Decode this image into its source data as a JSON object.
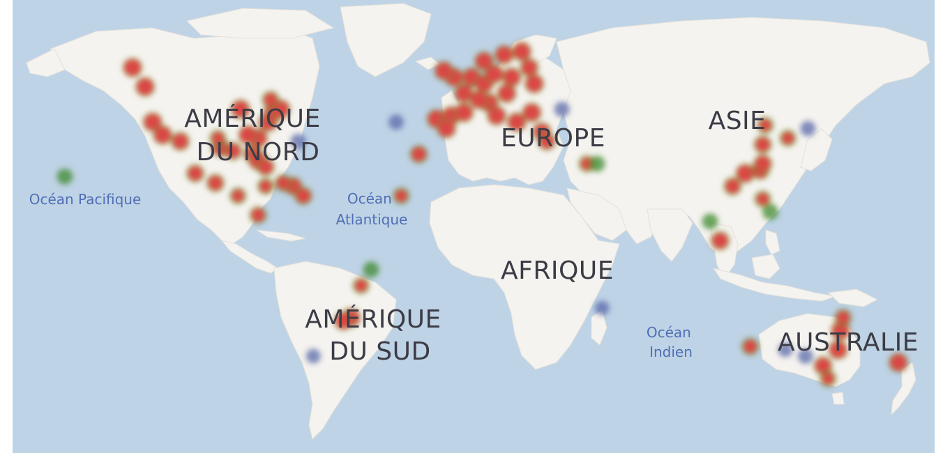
{
  "map": {
    "continents": {
      "north_america": [
        "AMÉRIQUE",
        "DU NORD"
      ],
      "south_america": [
        "AMÉRIQUE",
        "DU SUD"
      ],
      "europe": [
        "EUROPE"
      ],
      "asia": [
        "ASIE"
      ],
      "africa": [
        "AFRIQUE"
      ],
      "australia": [
        "AUSTRALIE"
      ]
    },
    "oceans": {
      "pacific": [
        "Océan Pacifique"
      ],
      "atlantic": [
        "Océan",
        "Atlantique"
      ],
      "indian": [
        "Océan",
        "Indien"
      ]
    },
    "colors": {
      "water": "#bfd3e6",
      "land": "#f5f3ef",
      "heat_high": "#e04343",
      "heat_mid": "#3f8a2f",
      "heat_low": "#5a6aa8"
    },
    "heat_points": [
      {
        "lon": -130,
        "lat": 55,
        "w": 1.0
      },
      {
        "lon": -125,
        "lat": 49,
        "w": 1.0
      },
      {
        "lon": -122,
        "lat": 38,
        "w": 1.0
      },
      {
        "lon": -118,
        "lat": 34,
        "w": 1.0
      },
      {
        "lon": -111,
        "lat": 32,
        "w": 0.9
      },
      {
        "lon": -105,
        "lat": 22,
        "w": 0.8
      },
      {
        "lon": -97,
        "lat": 19,
        "w": 0.8
      },
      {
        "lon": -88,
        "lat": 15,
        "w": 0.6
      },
      {
        "lon": -80,
        "lat": 9,
        "w": 0.7
      },
      {
        "lon": -157,
        "lat": 21,
        "w": 0.5
      },
      {
        "lon": -95,
        "lat": 30,
        "w": 0.9
      },
      {
        "lon": -90,
        "lat": 29,
        "w": 0.8
      },
      {
        "lon": -82,
        "lat": 28,
        "w": 0.9
      },
      {
        "lon": -80,
        "lat": 26,
        "w": 1.0
      },
      {
        "lon": -77,
        "lat": 24,
        "w": 0.8
      },
      {
        "lon": -80,
        "lat": 33,
        "w": 1.0
      },
      {
        "lon": -76,
        "lat": 38,
        "w": 1.0
      },
      {
        "lon": -74,
        "lat": 41,
        "w": 1.0
      },
      {
        "lon": -71,
        "lat": 42,
        "w": 1.0
      },
      {
        "lon": -87,
        "lat": 42,
        "w": 1.0
      },
      {
        "lon": -84,
        "lat": 34,
        "w": 1.0
      },
      {
        "lon": -96,
        "lat": 33,
        "w": 0.6
      },
      {
        "lon": -75,
        "lat": 45,
        "w": 0.7
      },
      {
        "lon": -66,
        "lat": 18,
        "w": 0.9
      },
      {
        "lon": -62,
        "lat": 15,
        "w": 0.8
      },
      {
        "lon": -70,
        "lat": 19,
        "w": 0.7
      },
      {
        "lon": -77,
        "lat": 18,
        "w": 0.6
      },
      {
        "lon": -64,
        "lat": 32,
        "w": 0.4
      },
      {
        "lon": -43,
        "lat": -23,
        "w": 1.0
      },
      {
        "lon": -46,
        "lat": -24,
        "w": 0.9
      },
      {
        "lon": -39,
        "lat": -13,
        "w": 0.6
      },
      {
        "lon": -35,
        "lat": -8,
        "w": 0.5
      },
      {
        "lon": -58,
        "lat": -35,
        "w": 0.3
      },
      {
        "lon": -25,
        "lat": 38,
        "w": 0.4
      },
      {
        "lon": -16,
        "lat": 28,
        "w": 0.8
      },
      {
        "lon": -23,
        "lat": 15,
        "w": 0.6
      },
      {
        "lon": -9,
        "lat": 39,
        "w": 1.0
      },
      {
        "lon": -3,
        "lat": 40,
        "w": 1.0
      },
      {
        "lon": 2,
        "lat": 41,
        "w": 1.0
      },
      {
        "lon": -5,
        "lat": 36,
        "w": 1.0
      },
      {
        "lon": 2,
        "lat": 47,
        "w": 1.0
      },
      {
        "lon": -2,
        "lat": 52,
        "w": 1.0
      },
      {
        "lon": -6,
        "lat": 54,
        "w": 1.0
      },
      {
        "lon": 5,
        "lat": 52,
        "w": 1.0
      },
      {
        "lon": 10,
        "lat": 50,
        "w": 1.0
      },
      {
        "lon": 12,
        "lat": 44,
        "w": 1.0
      },
      {
        "lon": 15,
        "lat": 40,
        "w": 1.0
      },
      {
        "lon": 19,
        "lat": 47,
        "w": 1.0
      },
      {
        "lon": 23,
        "lat": 38,
        "w": 1.0
      },
      {
        "lon": 29,
        "lat": 41,
        "w": 1.0
      },
      {
        "lon": 10,
        "lat": 57,
        "w": 1.0
      },
      {
        "lon": 18,
        "lat": 59,
        "w": 1.0
      },
      {
        "lon": 25,
        "lat": 60,
        "w": 1.0
      },
      {
        "lon": 28,
        "lat": 55,
        "w": 0.9
      },
      {
        "lon": 8,
        "lat": 45,
        "w": 1.0
      },
      {
        "lon": 14,
        "lat": 53,
        "w": 1.0
      },
      {
        "lon": 21,
        "lat": 52,
        "w": 1.0
      },
      {
        "lon": 30,
        "lat": 50,
        "w": 1.0
      },
      {
        "lon": 33,
        "lat": 35,
        "w": 0.9
      },
      {
        "lon": 35,
        "lat": 32,
        "w": 0.8
      },
      {
        "lon": 41,
        "lat": 42,
        "w": 0.4
      },
      {
        "lon": 51,
        "lat": 25,
        "w": 0.6
      },
      {
        "lon": 55,
        "lat": 25,
        "w": 0.5
      },
      {
        "lon": 57,
        "lat": -20,
        "w": 0.3
      },
      {
        "lon": 122,
        "lat": 37,
        "w": 0.6
      },
      {
        "lon": 121,
        "lat": 31,
        "w": 0.8
      },
      {
        "lon": 114,
        "lat": 22,
        "w": 1.0
      },
      {
        "lon": 120,
        "lat": 23,
        "w": 0.9
      },
      {
        "lon": 121,
        "lat": 25,
        "w": 0.9
      },
      {
        "lon": 109,
        "lat": 18,
        "w": 0.8
      },
      {
        "lon": 121,
        "lat": 14,
        "w": 0.6
      },
      {
        "lon": 124,
        "lat": 10,
        "w": 0.5
      },
      {
        "lon": 100,
        "lat": 7,
        "w": 0.5
      },
      {
        "lon": 104,
        "lat": 1,
        "w": 0.9
      },
      {
        "lon": 139,
        "lat": 36,
        "w": 0.4
      },
      {
        "lon": 131,
        "lat": 33,
        "w": 0.6
      },
      {
        "lon": 152,
        "lat": -27,
        "w": 1.0
      },
      {
        "lon": 151,
        "lat": -33,
        "w": 1.0
      },
      {
        "lon": 145,
        "lat": -38,
        "w": 0.9
      },
      {
        "lon": 147,
        "lat": -42,
        "w": 0.6
      },
      {
        "lon": 138,
        "lat": -35,
        "w": 0.4
      },
      {
        "lon": 130,
        "lat": -33,
        "w": 0.3
      },
      {
        "lon": 116,
        "lat": -32,
        "w": 0.7
      },
      {
        "lon": 153,
        "lat": -23,
        "w": 0.7
      },
      {
        "lon": 175,
        "lat": -37,
        "w": 1.0
      }
    ]
  }
}
